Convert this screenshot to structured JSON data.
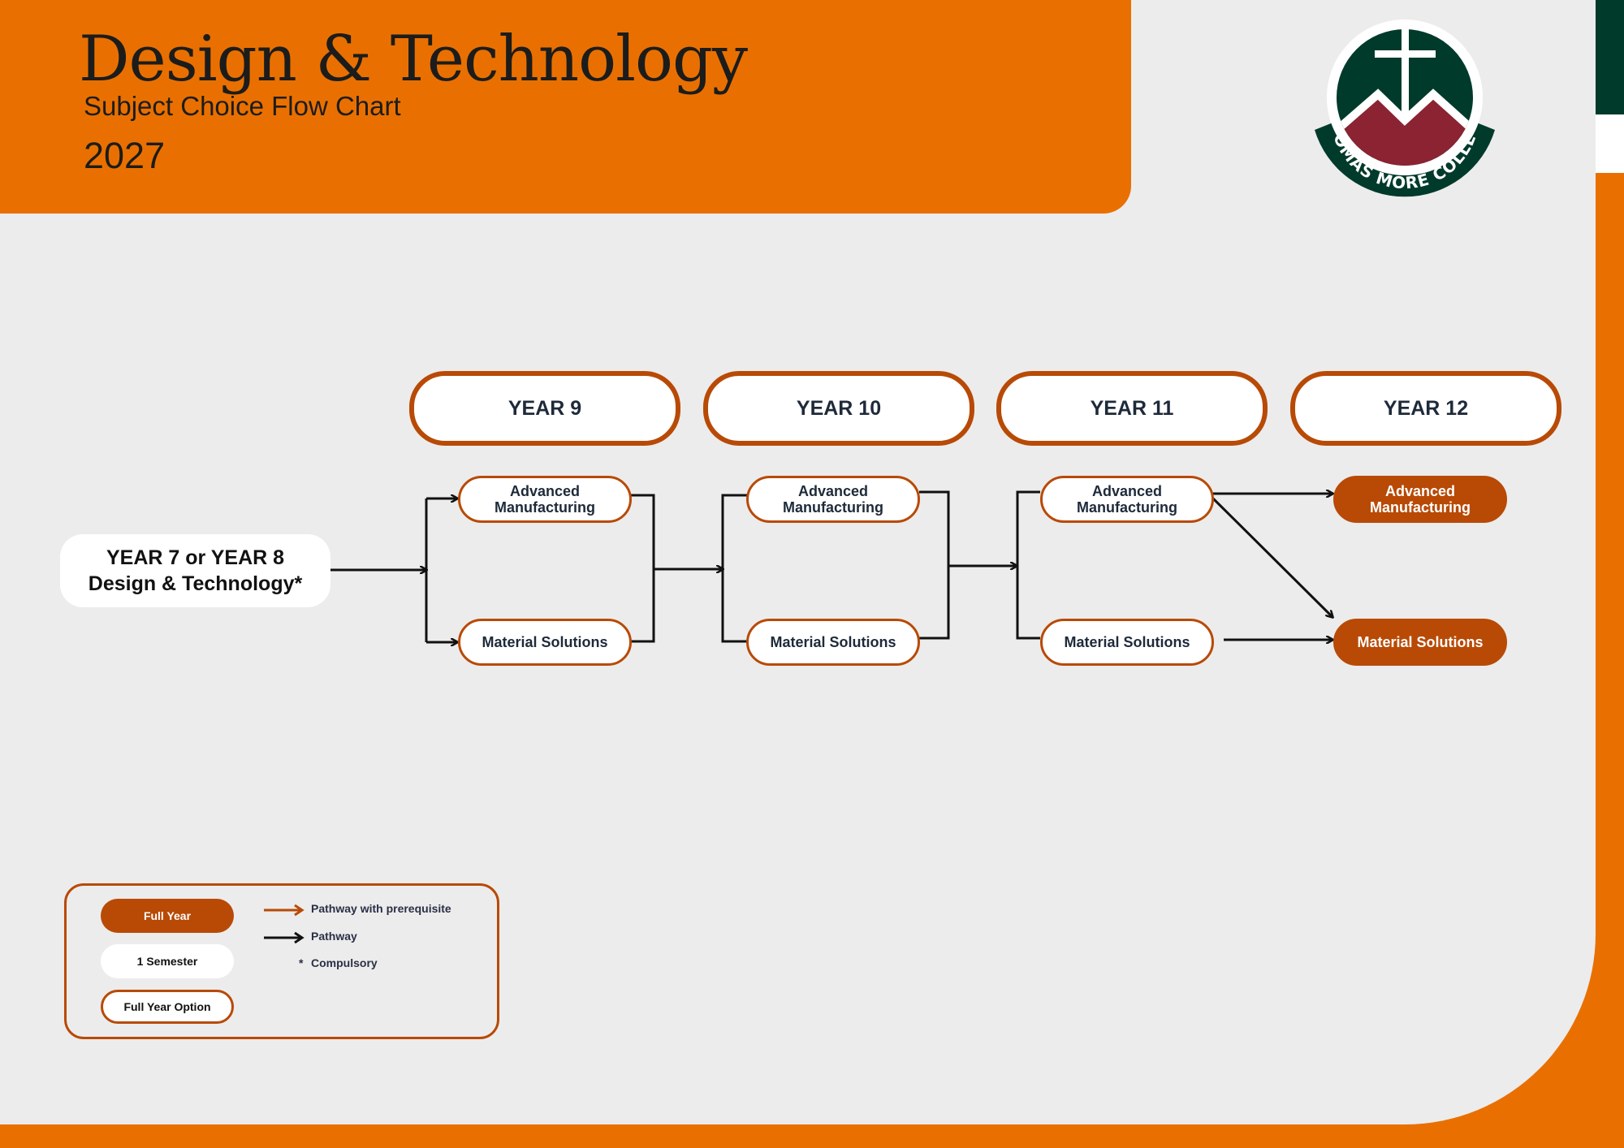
{
  "header": {
    "title": "Design & Technology",
    "subtitle": "Subject Choice Flow Chart",
    "year": "2027"
  },
  "logo": {
    "text": "THOMAS MORE COLLEGE",
    "icon": "cross-mountain-crest-icon"
  },
  "colors": {
    "orange": "#e97000",
    "rust": "#b84a06",
    "dark_green": "#003a2b",
    "maroon": "#8b2332",
    "background": "#ececec"
  },
  "start": {
    "line1": "YEAR 7 or YEAR 8",
    "line2": "Design & Technology*"
  },
  "years": [
    {
      "label": "YEAR 9"
    },
    {
      "label": "YEAR 10"
    },
    {
      "label": "YEAR 11"
    },
    {
      "label": "YEAR 12"
    }
  ],
  "subjects": {
    "y9": {
      "top": "Advanced Manufacturing",
      "bottom": "Material Solutions"
    },
    "y10": {
      "top": "Advanced Manufacturing",
      "bottom": "Material Solutions"
    },
    "y11": {
      "top": "Advanced Manufacturing",
      "bottom": "Material Solutions"
    },
    "y12": {
      "top": "Advanced Manufacturing",
      "bottom": "Material Solutions"
    }
  },
  "legend": {
    "full_year": "Full Year",
    "semester": "1 Semester",
    "full_year_option": "Full Year Option",
    "pathway_prereq": "Pathway with prerequisite",
    "pathway": "Pathway",
    "compulsory_mark": "*",
    "compulsory": "Compulsory"
  }
}
